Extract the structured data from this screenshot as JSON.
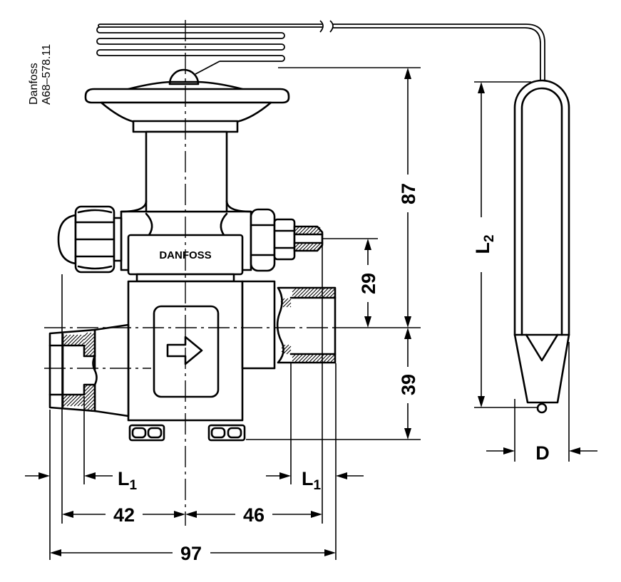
{
  "figure": {
    "brand_note": "Danfoss",
    "drawing_code": "A68–578.11",
    "body_label": "DANFOSS"
  },
  "dimensions": {
    "top_height": "87",
    "inlet_offset": "29",
    "bottom_height": "39",
    "bulb_length": {
      "symbol": "L",
      "index": "2"
    },
    "bulb_diameter": "D",
    "inlet_length": {
      "symbol": "L",
      "index": "1"
    },
    "outlet_length": {
      "symbol": "L",
      "index": "1"
    },
    "left_width": "42",
    "right_width": "46",
    "overall_width": "97"
  }
}
